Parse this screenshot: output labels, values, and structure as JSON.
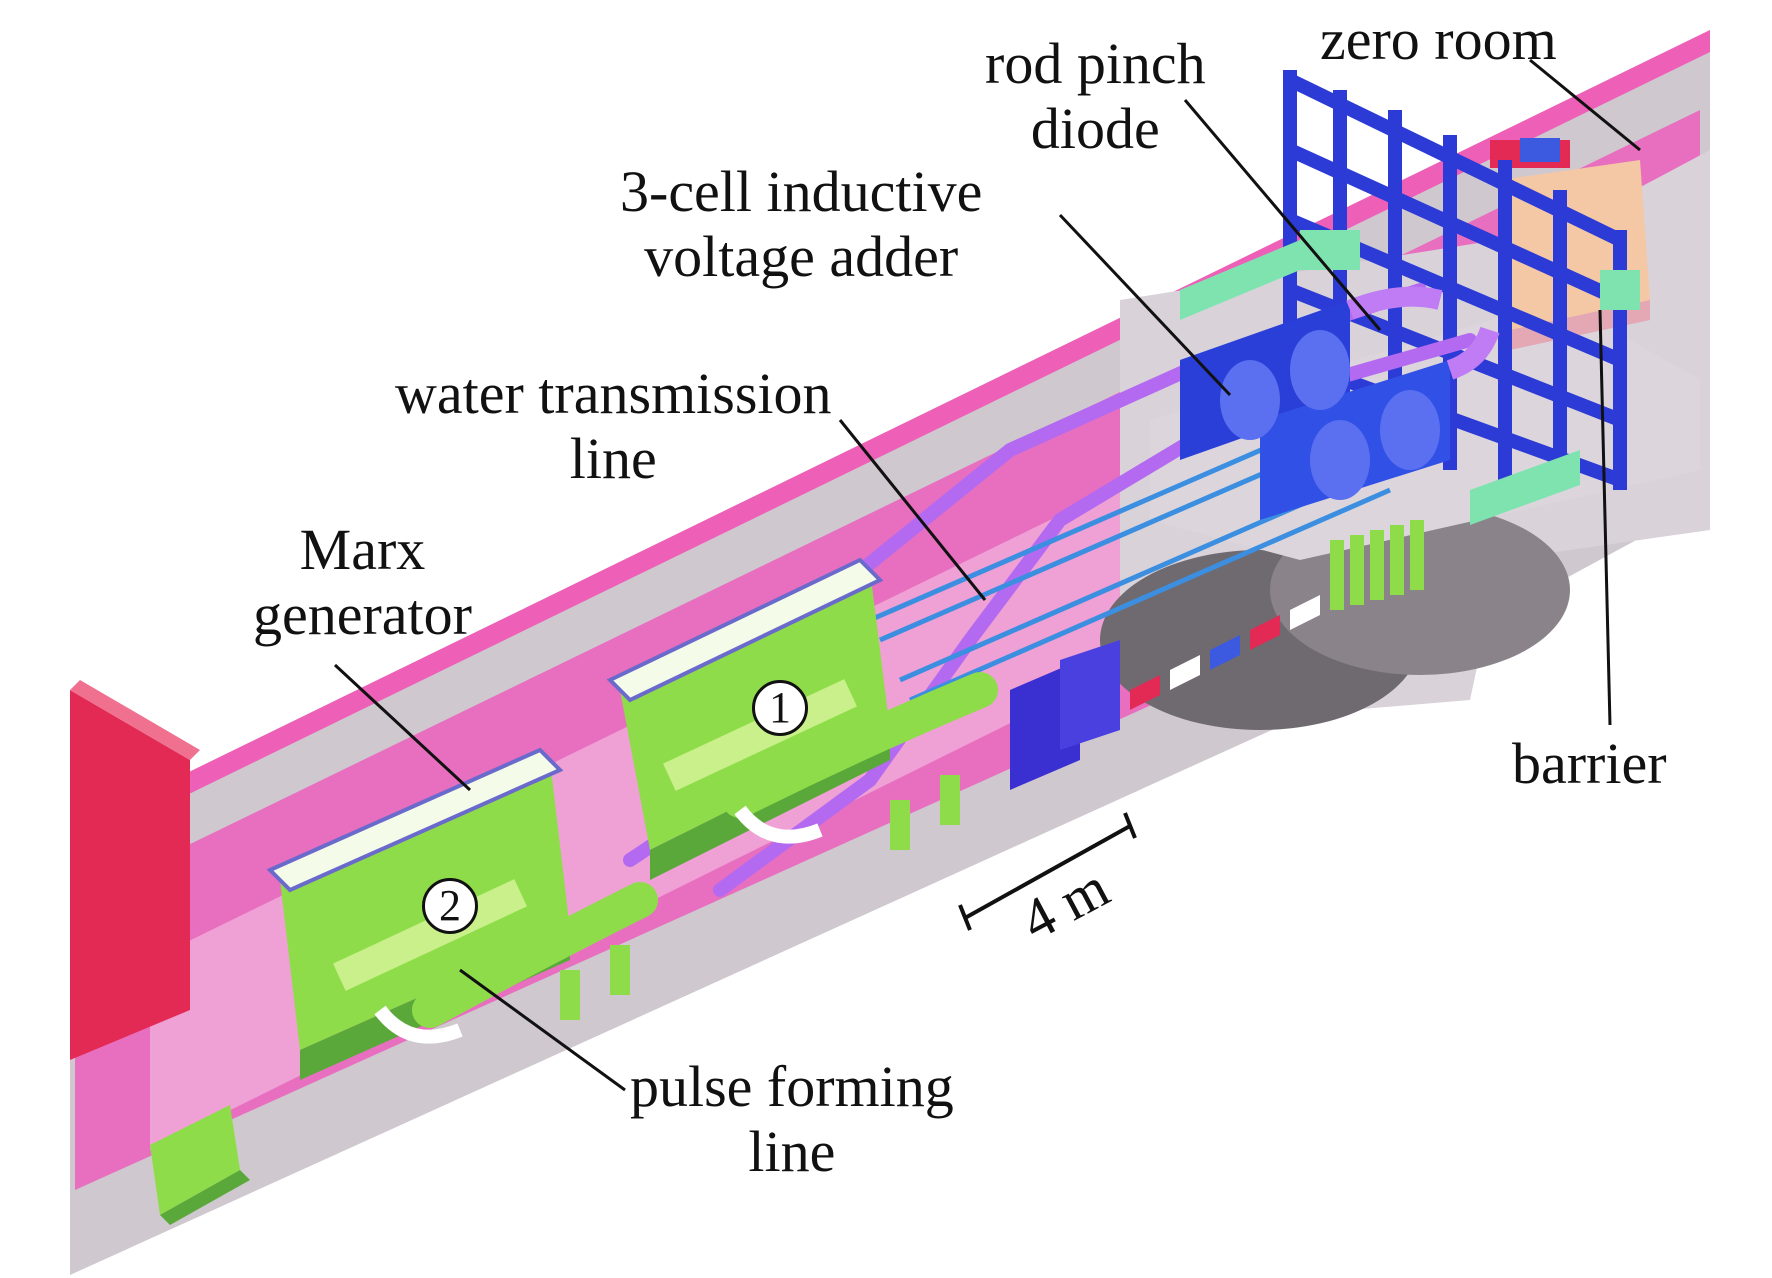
{
  "labels": {
    "zero_room": "zero room",
    "rod_pinch_1": "rod pinch",
    "rod_pinch_2": "diode",
    "ivda_1": "3-cell inductive",
    "ivda_2": "voltage adder",
    "wtl_1": "water transmission",
    "wtl_2": "line",
    "marx_1": "Marx",
    "marx_2": "generator",
    "pfl_1": "pulse forming",
    "pfl_2": "line",
    "barrier": "barrier"
  },
  "markers": {
    "one": "1",
    "two": "2"
  },
  "scale": {
    "text": "4 m"
  },
  "colors": {
    "floor": "#e86fc0",
    "floor_light": "#f2b7de",
    "wall": "#d8d2d8",
    "wall_dark": "#8d878d",
    "hall": "#e0308a",
    "marx_green": "#8fdc4a",
    "marx_panel": "#c9f08a",
    "pipe_violet": "#b46af0",
    "ivda_blue": "#2a3fd8",
    "barrier_blue": "#2c3ad6",
    "teal": "#7fe3b0",
    "red_block": "#e22a55",
    "peach": "#f4c8a4"
  }
}
